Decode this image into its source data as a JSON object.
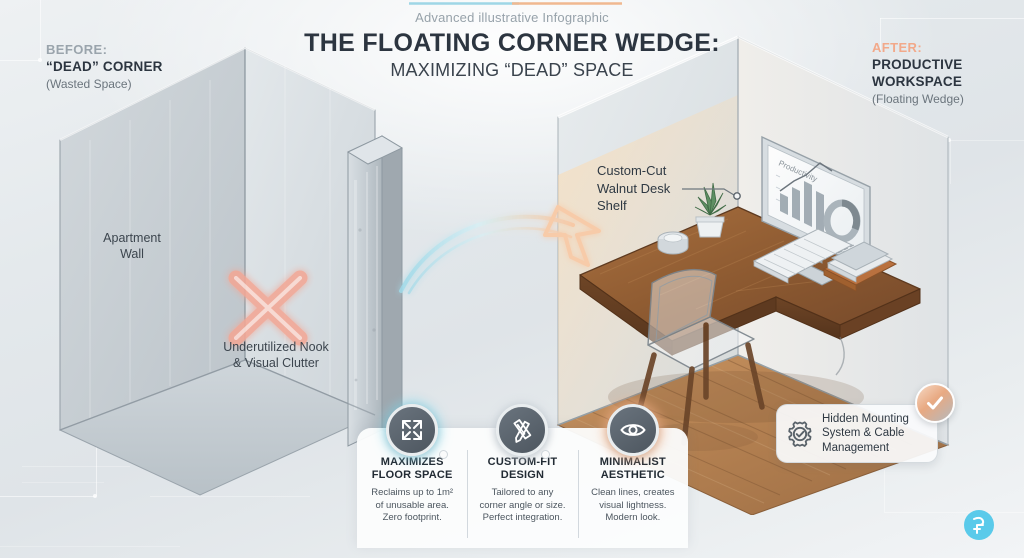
{
  "header": {
    "kicker": "Advanced illustrative Infographic",
    "title": "THE FLOATING CORNER WEDGE:",
    "subtitle": "MAXIMIZING “DEAD” SPACE"
  },
  "left_label": {
    "tag": "BEFORE:",
    "main": "“DEAD” CORNER",
    "sub": "(Wasted Space)"
  },
  "right_label": {
    "tag": "AFTER:",
    "main": "PRODUCTIVE\nWORKSPACE",
    "sub": "(Floating Wedge)"
  },
  "left_scene": {
    "wall_label": "Apartment\nWall",
    "nook_label": "Underutilized Nook\n& Visual Clutter",
    "x_mark_color": "#f3a795"
  },
  "right_scene": {
    "desk_callout": "Custom-Cut\nWalnut Desk\nShelf",
    "mount_callout": "Hidden Mounting\nSystem & Cable\nManagement",
    "mount_icon": "gear-check-icon",
    "badge_icon": "check-circle-icon",
    "monitor_title": "Productivity"
  },
  "features": [
    {
      "icon": "expand-arrows-icon",
      "title": "MAXIMIZES\nFLOOR SPACE",
      "body": "Reclaims up to 1m²\nof unusable area.\nZero footprint.",
      "accent": "#8ad7eb"
    },
    {
      "icon": "ruler-pencil-icon",
      "title": "CUSTOM-FIT\nDESIGN",
      "body": "Tailored to any\ncorner angle or size.\nPerfect integration.",
      "accent": "#d2dae0"
    },
    {
      "icon": "eye-icon",
      "title": "MINIMALIST\nAESTHETIC",
      "body": "Clean lines, creates\nvisual lightness.\nModern look.",
      "accent": "#f4b086"
    }
  ],
  "watermark": {
    "icon": "logo-badge-icon",
    "color": "#3fc3e8"
  },
  "palette": {
    "background": "#e4e9ec",
    "ink": "#2c3540",
    "muted": "#6b757d",
    "accent_warm": "#f2a98a",
    "accent_cool": "#8ad7eb",
    "walnut": "#8a5a3b"
  }
}
